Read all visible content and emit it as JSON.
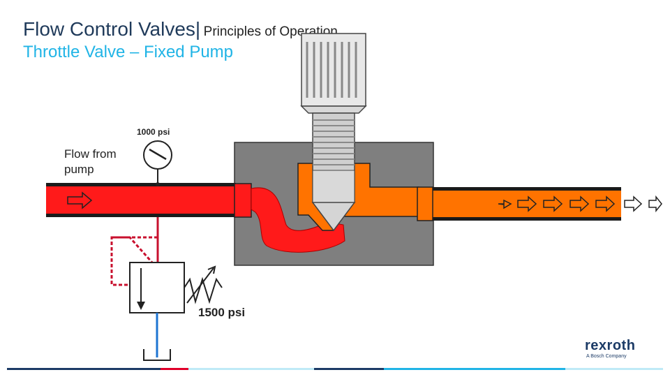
{
  "header": {
    "title": "Flow Control Valves",
    "separator": "|",
    "section": "Principles of Operation",
    "subtitle": "Throttle Valve – Fixed Pump"
  },
  "diagram": {
    "flow_label_line1": "Flow from",
    "flow_label_line2": "pump",
    "gauge_reading": "1000 psi",
    "relief_setting": "1500 psi"
  },
  "brand": {
    "name": "rexroth",
    "tagline": "A Bosch Company"
  },
  "colors": {
    "high_pressure": "#ff1a1a",
    "reduced_pressure": "#ff7300",
    "tank_line": "#1e74d2",
    "valve_body": "#7f7f7f",
    "pilot_line": "#c8102e",
    "title": "#1f3a5a",
    "subtitle": "#20b4e6"
  }
}
